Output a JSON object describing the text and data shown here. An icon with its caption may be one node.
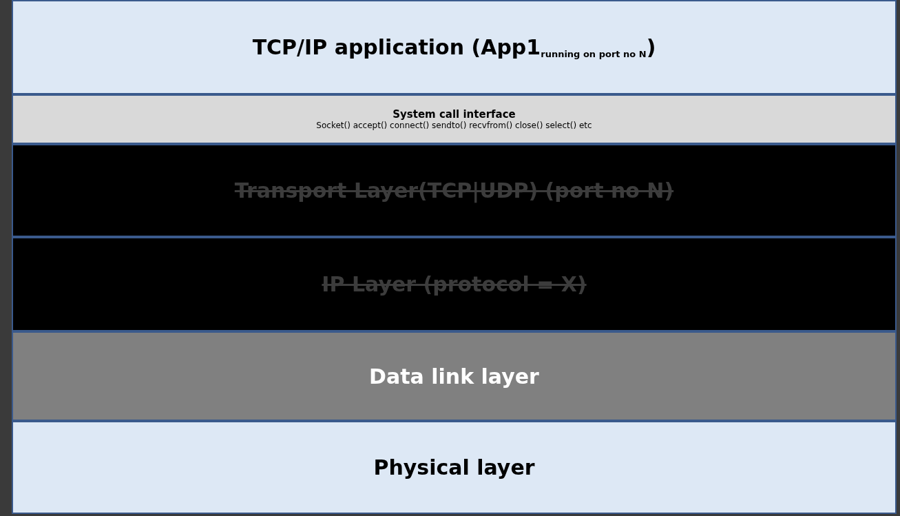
{
  "diagram": {
    "nodes": [
      {
        "text": [
          "TCP/IP application (App1$_{running on port no N}$)"
        ]
      },
      {
        "text": [
          "System call interface",
          "Socket() accept() connect() sendto() recvfrom() close() select() etc"
        ]
      },
      {
        "text": [
          "Transport Layer(TCP|UDP) (port no N)"
        ]
      },
      {
        "text": [
          "IP Layer (protocol = X)"
        ]
      },
      {
        "text": [
          "Data link layer"
        ]
      },
      {
        "text": [
          "Physical layer"
        ]
      }
    ]
  }
}
